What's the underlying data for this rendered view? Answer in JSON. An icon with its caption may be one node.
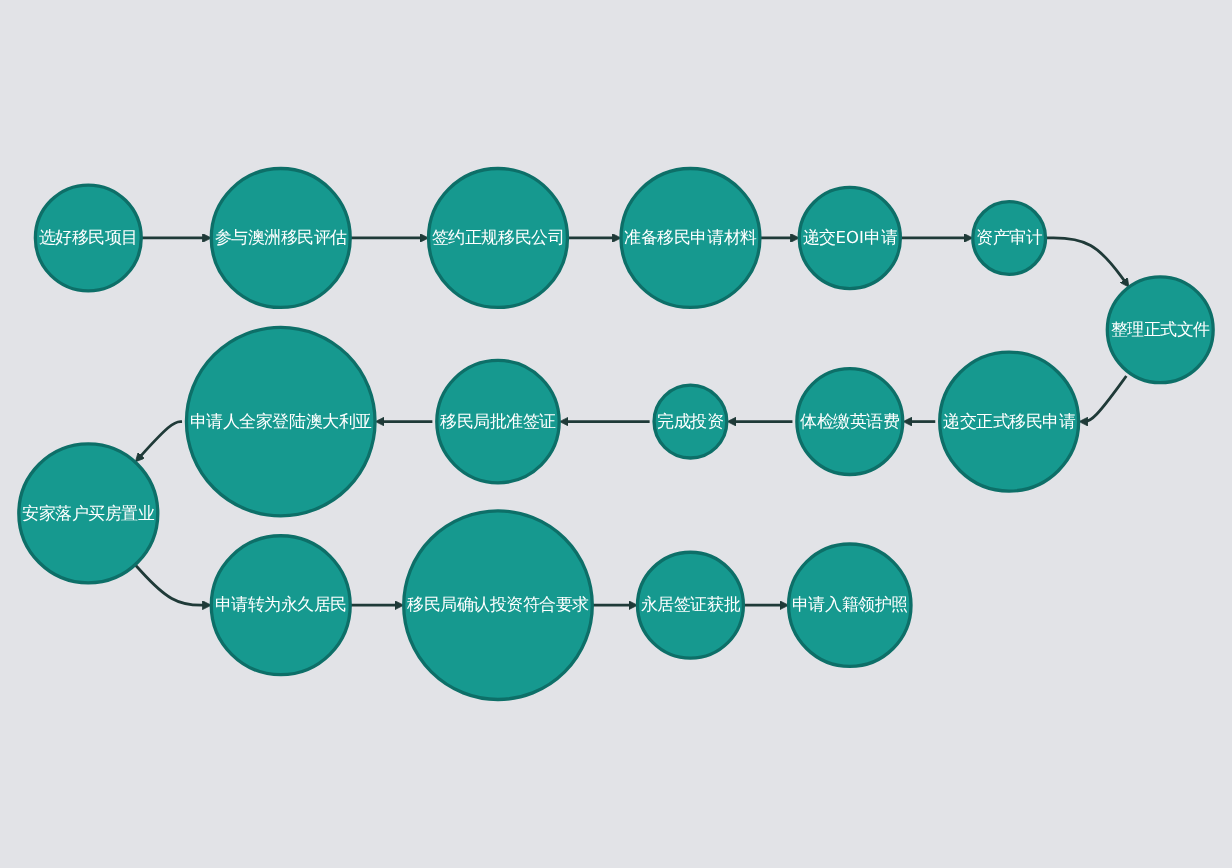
{
  "diagram": {
    "nodes": [
      {
        "text": [
          "选好移民项目"
        ]
      },
      {
        "text": [
          "参与澳洲移民评估"
        ]
      },
      {
        "text": [
          "签约正规移民公司"
        ]
      },
      {
        "text": [
          "准备移民申请材料"
        ]
      },
      {
        "text": [
          "递交EOI申请"
        ]
      },
      {
        "text": [
          "资产审计"
        ]
      },
      {
        "text": [
          "整理正式文件"
        ]
      },
      {
        "text": [
          "递交正式移民申请"
        ]
      },
      {
        "text": [
          "体检缴英语费"
        ]
      },
      {
        "text": [
          "完成投资"
        ]
      },
      {
        "text": [
          "移民局批准签证"
        ]
      },
      {
        "text": [
          "申请人全家登陆澳大利亚"
        ]
      },
      {
        "text": [
          "安家落户买房置业"
        ]
      },
      {
        "text": [
          "申请转为永久居民"
        ]
      },
      {
        "text": [
          "移民局确认投资符合要求"
        ]
      },
      {
        "text": [
          "永居签证获批"
        ]
      },
      {
        "text": [
          "申请入籍领护照"
        ]
      }
    ],
    "edges": [
      {
        "from": 0,
        "to": 1,
        "arrow": "to"
      },
      {
        "from": 1,
        "to": 2,
        "arrow": "to"
      },
      {
        "from": 2,
        "to": 3,
        "arrow": "to"
      },
      {
        "from": 3,
        "to": 4,
        "arrow": "to"
      },
      {
        "from": 4,
        "to": 5,
        "arrow": "to"
      },
      {
        "from": 5,
        "to": 6,
        "arrow": "to"
      },
      {
        "from": 6,
        "to": 7,
        "arrow": "to"
      },
      {
        "from": 7,
        "to": 8,
        "arrow": "to"
      },
      {
        "from": 8,
        "to": 9,
        "arrow": "to"
      },
      {
        "from": 9,
        "to": 10,
        "arrow": "to"
      },
      {
        "from": 10,
        "to": 11,
        "arrow": "to"
      },
      {
        "from": 11,
        "to": 12,
        "arrow": "to"
      },
      {
        "from": 12,
        "to": 13,
        "arrow": "to"
      },
      {
        "from": 13,
        "to": 14,
        "arrow": "to"
      },
      {
        "from": 14,
        "to": 15,
        "arrow": "to"
      },
      {
        "from": 15,
        "to": 16,
        "arrow": "to"
      }
    ]
  }
}
